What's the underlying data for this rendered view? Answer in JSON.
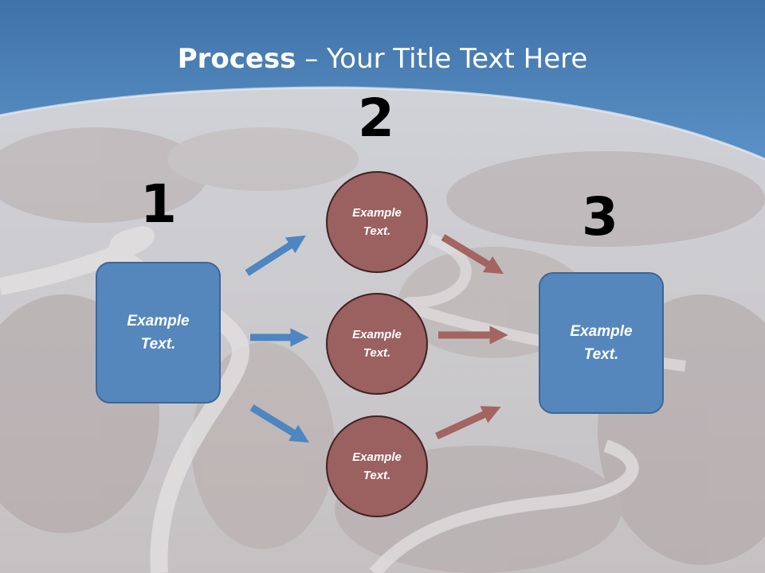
{
  "title": {
    "bold": "Process",
    "rest": " – Your Title Text Here"
  },
  "steps": {
    "one": "1",
    "two": "2",
    "three": "3"
  },
  "left_box": {
    "text": "Example Text."
  },
  "right_box": {
    "text": "Example Text."
  },
  "circles": [
    {
      "text": "Example Text."
    },
    {
      "text": "Example Text."
    },
    {
      "text": "Example Text."
    }
  ],
  "colors": {
    "header_blue": "#4a82b7",
    "box_blue": "#5587bd",
    "circle_red": "#9b6060",
    "arrow_blue": "#4d86c0",
    "arrow_red": "#a36462"
  }
}
